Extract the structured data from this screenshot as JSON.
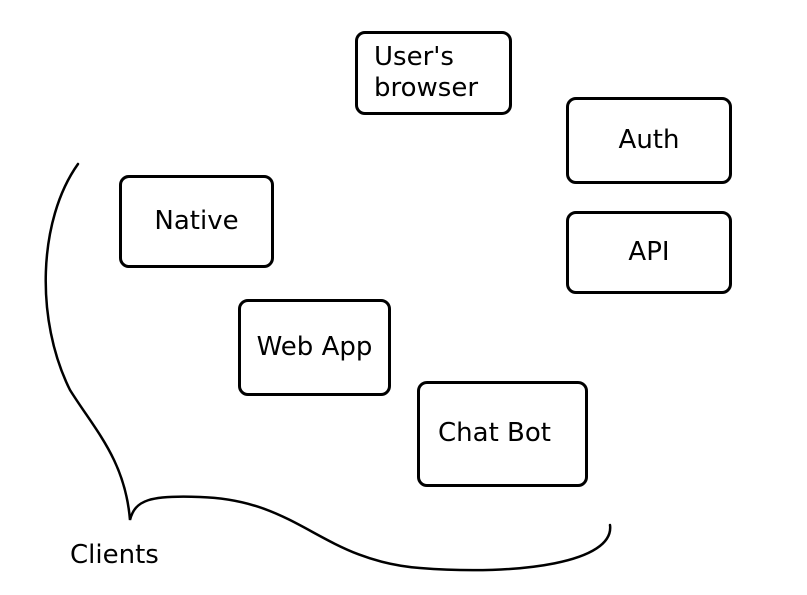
{
  "diagram": {
    "nodes": {
      "browser": "User's\nbrowser",
      "auth": "Auth",
      "api": "API",
      "native": "Native",
      "web_app": "Web App",
      "chat_bot": "Chat Bot"
    },
    "group_label": "Clients",
    "colors": {
      "stroke": "#000000",
      "background": "#ffffff"
    }
  }
}
